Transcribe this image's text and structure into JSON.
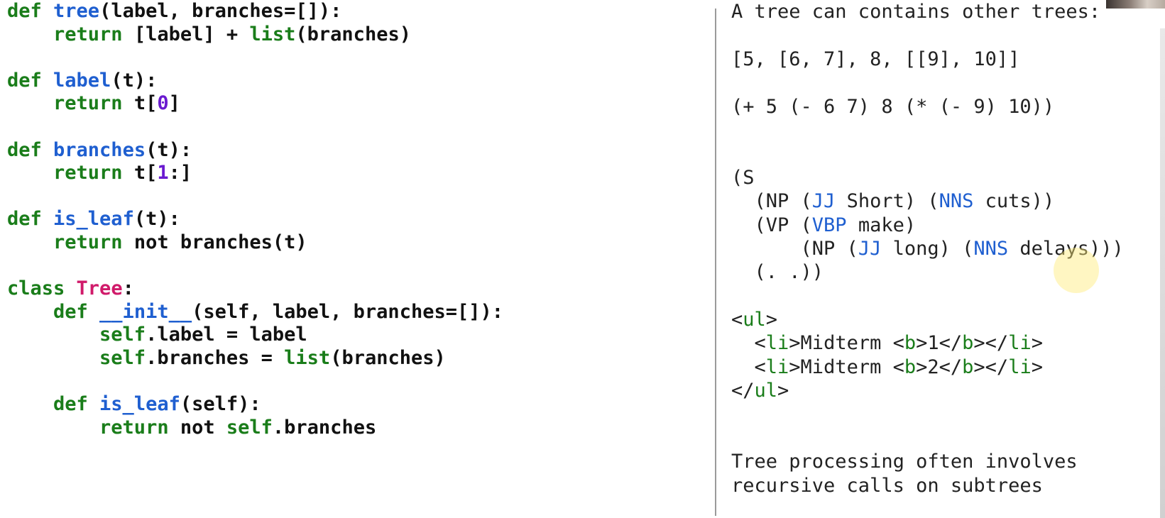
{
  "code": [
    {
      "parts": [
        {
          "t": "def ",
          "c": "kw"
        },
        {
          "t": "tree",
          "c": "fn"
        },
        {
          "t": "(label, branches=[]):",
          "c": ""
        }
      ]
    },
    {
      "parts": [
        {
          "t": "    return ",
          "c": "kw"
        },
        {
          "t": "[label] + ",
          "c": ""
        },
        {
          "t": "list",
          "c": "kw"
        },
        {
          "t": "(branches)",
          "c": ""
        }
      ]
    },
    {
      "parts": []
    },
    {
      "parts": [
        {
          "t": "def ",
          "c": "kw"
        },
        {
          "t": "label",
          "c": "fn"
        },
        {
          "t": "(t):",
          "c": ""
        }
      ]
    },
    {
      "parts": [
        {
          "t": "    return ",
          "c": "kw"
        },
        {
          "t": "t[",
          "c": ""
        },
        {
          "t": "0",
          "c": "num"
        },
        {
          "t": "]",
          "c": ""
        }
      ]
    },
    {
      "parts": []
    },
    {
      "parts": [
        {
          "t": "def ",
          "c": "kw"
        },
        {
          "t": "branches",
          "c": "fn"
        },
        {
          "t": "(t):",
          "c": ""
        }
      ]
    },
    {
      "parts": [
        {
          "t": "    return ",
          "c": "kw"
        },
        {
          "t": "t[",
          "c": ""
        },
        {
          "t": "1",
          "c": "num"
        },
        {
          "t": ":]",
          "c": ""
        }
      ]
    },
    {
      "parts": []
    },
    {
      "parts": [
        {
          "t": "def ",
          "c": "kw"
        },
        {
          "t": "is_leaf",
          "c": "fn"
        },
        {
          "t": "(t):",
          "c": ""
        }
      ]
    },
    {
      "parts": [
        {
          "t": "    return ",
          "c": "kw"
        },
        {
          "t": "not ",
          "c": ""
        },
        {
          "t": "branches(t)",
          "c": ""
        }
      ]
    },
    {
      "parts": []
    },
    {
      "parts": [
        {
          "t": "class ",
          "c": "kw"
        },
        {
          "t": "Tree",
          "c": "cls"
        },
        {
          "t": ":",
          "c": ""
        }
      ]
    },
    {
      "parts": [
        {
          "t": "    def ",
          "c": "kw"
        },
        {
          "t": "__init__",
          "c": "fn"
        },
        {
          "t": "(self, label, branches=[]):",
          "c": ""
        }
      ]
    },
    {
      "parts": [
        {
          "t": "        self",
          "c": "kw"
        },
        {
          "t": ".label = label",
          "c": ""
        }
      ]
    },
    {
      "parts": [
        {
          "t": "        self",
          "c": "kw"
        },
        {
          "t": ".branches = ",
          "c": ""
        },
        {
          "t": "list",
          "c": "kw"
        },
        {
          "t": "(branches)",
          "c": ""
        }
      ]
    },
    {
      "parts": []
    },
    {
      "parts": [
        {
          "t": "    def ",
          "c": "kw"
        },
        {
          "t": "is_leaf",
          "c": "fn"
        },
        {
          "t": "(self):",
          "c": ""
        }
      ]
    },
    {
      "parts": [
        {
          "t": "        return ",
          "c": "kw"
        },
        {
          "t": "not ",
          "c": ""
        },
        {
          "t": "self",
          "c": "kw"
        },
        {
          "t": ".branches",
          "c": ""
        }
      ]
    }
  ],
  "notes": [
    {
      "parts": [
        {
          "t": "A tree can contains other trees:",
          "c": ""
        }
      ]
    },
    {
      "parts": []
    },
    {
      "parts": [
        {
          "t": "[5, [6, 7], 8, [[9], 10]]",
          "c": ""
        }
      ]
    },
    {
      "parts": []
    },
    {
      "parts": [
        {
          "t": "(+ 5 (- 6 7) 8 (* (- 9) 10))",
          "c": ""
        }
      ]
    },
    {
      "parts": []
    },
    {
      "parts": []
    },
    {
      "parts": [
        {
          "t": "(S",
          "c": ""
        }
      ]
    },
    {
      "parts": [
        {
          "t": "  (NP (",
          "c": ""
        },
        {
          "t": "JJ",
          "c": "blue"
        },
        {
          "t": " Short) (",
          "c": ""
        },
        {
          "t": "NNS",
          "c": "blue"
        },
        {
          "t": " cuts))",
          "c": ""
        }
      ]
    },
    {
      "parts": [
        {
          "t": "  (VP (",
          "c": ""
        },
        {
          "t": "VBP",
          "c": "blue"
        },
        {
          "t": " make)",
          "c": ""
        }
      ]
    },
    {
      "parts": [
        {
          "t": "      (NP (",
          "c": ""
        },
        {
          "t": "JJ",
          "c": "blue"
        },
        {
          "t": " long) (",
          "c": ""
        },
        {
          "t": "NNS",
          "c": "blue"
        },
        {
          "t": " delays)))",
          "c": ""
        }
      ]
    },
    {
      "parts": [
        {
          "t": "  (. .))",
          "c": ""
        }
      ]
    },
    {
      "parts": []
    },
    {
      "parts": [
        {
          "t": "<",
          "c": ""
        },
        {
          "t": "ul",
          "c": "tag"
        },
        {
          "t": ">",
          "c": ""
        }
      ]
    },
    {
      "parts": [
        {
          "t": "  <",
          "c": ""
        },
        {
          "t": "li",
          "c": "tag"
        },
        {
          "t": ">Midterm <",
          "c": ""
        },
        {
          "t": "b",
          "c": "tag"
        },
        {
          "t": ">1</",
          "c": ""
        },
        {
          "t": "b",
          "c": "tag"
        },
        {
          "t": "></",
          "c": ""
        },
        {
          "t": "li",
          "c": "tag"
        },
        {
          "t": ">",
          "c": ""
        }
      ]
    },
    {
      "parts": [
        {
          "t": "  <",
          "c": ""
        },
        {
          "t": "li",
          "c": "tag"
        },
        {
          "t": ">Midterm <",
          "c": ""
        },
        {
          "t": "b",
          "c": "tag"
        },
        {
          "t": ">2</",
          "c": ""
        },
        {
          "t": "b",
          "c": "tag"
        },
        {
          "t": "></",
          "c": ""
        },
        {
          "t": "li",
          "c": "tag"
        },
        {
          "t": ">",
          "c": ""
        }
      ]
    },
    {
      "parts": [
        {
          "t": "</",
          "c": ""
        },
        {
          "t": "ul",
          "c": "tag"
        },
        {
          "t": ">",
          "c": ""
        }
      ]
    },
    {
      "parts": []
    },
    {
      "parts": []
    },
    {
      "parts": [
        {
          "t": "Tree processing often involves",
          "c": ""
        }
      ]
    },
    {
      "parts": [
        {
          "t": "recursive calls on subtrees",
          "c": ""
        }
      ]
    }
  ]
}
